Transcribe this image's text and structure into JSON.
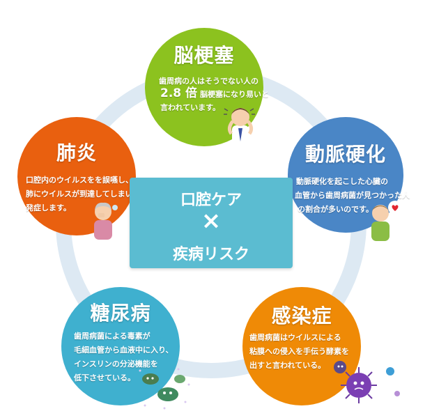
{
  "center": {
    "line1": "口腔ケア",
    "symbol": "×",
    "line2": "疾病リスク"
  },
  "nodes": {
    "stroke": {
      "title": "脳梗塞",
      "line1": "歯周病の人はそうでない人の",
      "line2_num": "2.8 倍",
      "line2_text": "脳梗塞になり易いと",
      "line3": "言われています。",
      "color": "#8cc21f"
    },
    "arteriosclerosis": {
      "title": "動脈硬化",
      "line1": "動脈硬化を起こした心臓の",
      "line2": "血管から歯周病菌が見つかった人",
      "line3": "の割合が多いのです。",
      "color": "#4a86c6"
    },
    "infection": {
      "title": "感染症",
      "line1": "歯周病菌はウイルスによる",
      "line2": "粘膜への侵入を手伝う酵素を",
      "line3": "出すと言われている。",
      "color": "#ef8a06"
    },
    "diabetes": {
      "title": "糖尿病",
      "line1": "歯周病菌による毒素が",
      "line2": "毛細血管から血液中に入り、",
      "line3": "インスリンの分泌機能を",
      "line4": "低下させている。",
      "color": "#3fb0cf"
    },
    "pneumonia": {
      "title": "肺炎",
      "line1": "口腔内のウイルスをを誤嚥し、",
      "line2": "肺にウイルスが到達してしまい",
      "line3": "発症します。",
      "color": "#e9600f"
    }
  },
  "ring_color": "#dde9f3"
}
